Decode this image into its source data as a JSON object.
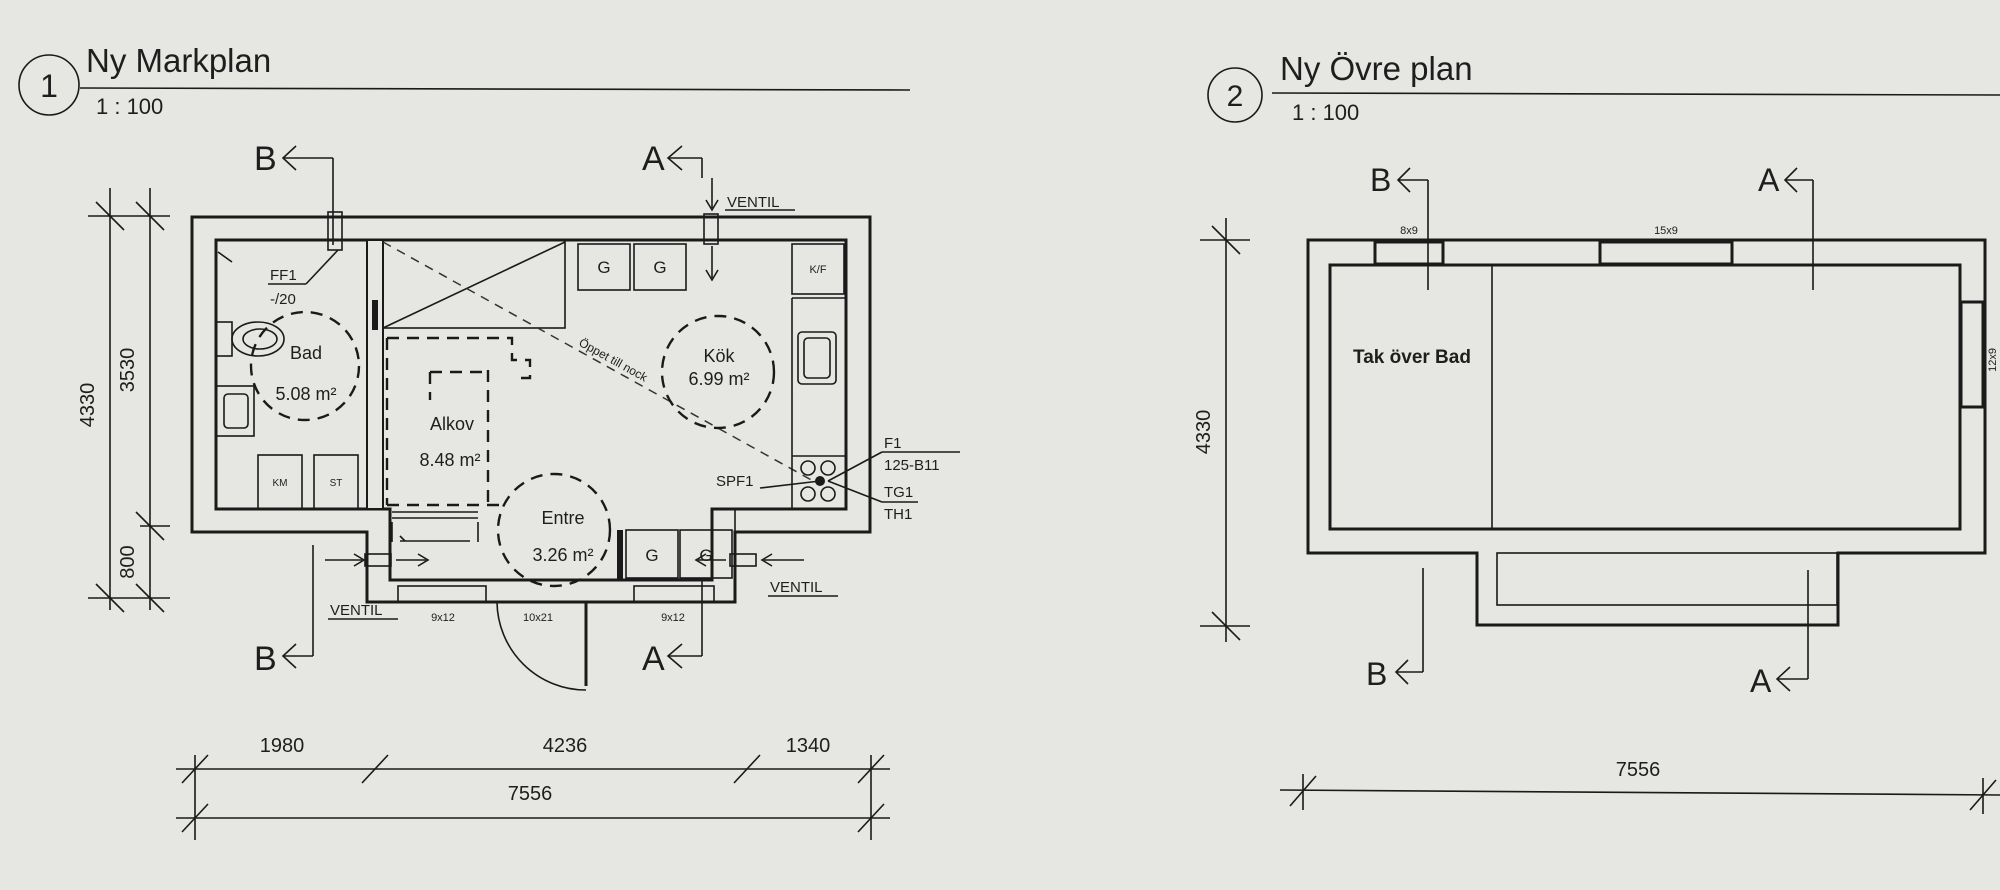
{
  "plan1": {
    "number": "1",
    "title": "Ny Markplan",
    "scale": "1 : 100",
    "rooms": {
      "bad": {
        "name": "Bad",
        "area": "5.08 m²"
      },
      "kok": {
        "name": "Kök",
        "area": "6.99 m²"
      },
      "alkov": {
        "name": "Alkov",
        "area": "8.48 m²"
      },
      "entre": {
        "name": "Entre",
        "area": "3.26 m²"
      }
    },
    "labels": {
      "ff1": "FF1",
      "ff1_sub": "-/20",
      "kf": "K/F",
      "km": "KM",
      "st": "ST",
      "g": "G",
      "spf1": "SPF1",
      "f1": "F1",
      "f1_sub": "125-B11",
      "tg1": "TG1",
      "th1": "TH1",
      "ventil": "VENTIL",
      "stair": "Öppet till nock",
      "win_left": "9x12",
      "door": "10x21",
      "win_right": "9x12"
    },
    "sections": {
      "a": "A",
      "b": "B"
    },
    "dims": {
      "h_total": "4330",
      "h_upper": "3530",
      "h_lower": "800",
      "w_left": "1980",
      "w_mid": "4236",
      "w_right": "1340",
      "w_total": "7556"
    }
  },
  "plan2": {
    "number": "2",
    "title": "Ny Övre plan",
    "scale": "1 : 100",
    "room": "Tak över Bad",
    "win_left": "8x9",
    "win_mid": "15x9",
    "win_right": "12x9",
    "sections": {
      "a": "A",
      "b": "B"
    },
    "dims": {
      "h_total": "4330",
      "w_total": "7556"
    }
  }
}
